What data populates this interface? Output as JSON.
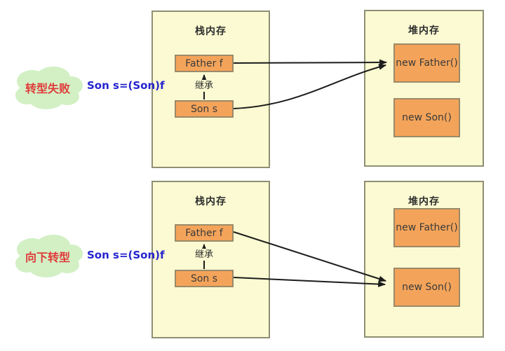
{
  "palette": {
    "big_box_fill": "#fbfad2",
    "big_box_border": "#8f8f74",
    "object_box_fill": "#f4a45a",
    "object_box_border": "#9a8a68",
    "cloud_fill": "#d2f0c4",
    "cloud_label_red": "#e03a3a",
    "code_blue": "#2424cf",
    "arrow_black": "#1c1c1c"
  },
  "rows": [
    {
      "cloud_label": "转型失败",
      "code": "Son s=(Son)f",
      "stack": {
        "title": "栈内存",
        "father": "Father f",
        "inherit": "继承",
        "son": "Son s"
      },
      "heap": {
        "title": "堆内存",
        "new_father": "new Father()",
        "new_son": "new Son()"
      },
      "arrow_target": "new Father()"
    },
    {
      "cloud_label": "向下转型",
      "code": "Son s=(Son)f",
      "stack": {
        "title": "栈内存",
        "father": "Father f",
        "inherit": "继承",
        "son": "Son s"
      },
      "heap": {
        "title": "堆内存",
        "new_father": "new Father()",
        "new_son": "new Son()"
      },
      "arrow_target": "new Son()"
    }
  ]
}
